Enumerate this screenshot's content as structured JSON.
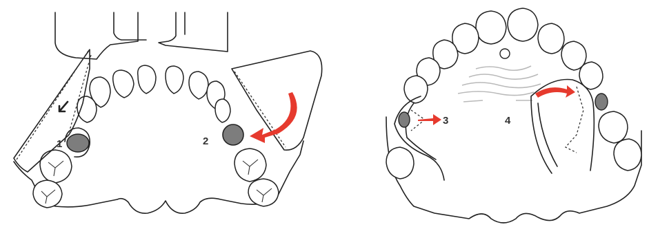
{
  "labels": {
    "l1": "1",
    "l2": "2",
    "l3": "3",
    "l4": "4"
  },
  "colors": {
    "arrow_red": "#e63a2e",
    "arrow_dark": "#222222",
    "site_fill": "#7d7d7d",
    "outline": "#222222",
    "rugae": "#b9b9b9"
  },
  "icons": {
    "arrow1": "small-dark-arrow",
    "arrow2": "large-curved-red-arrow",
    "arrow3": "straight-red-arrow",
    "arrow4": "curved-red-arrow"
  }
}
